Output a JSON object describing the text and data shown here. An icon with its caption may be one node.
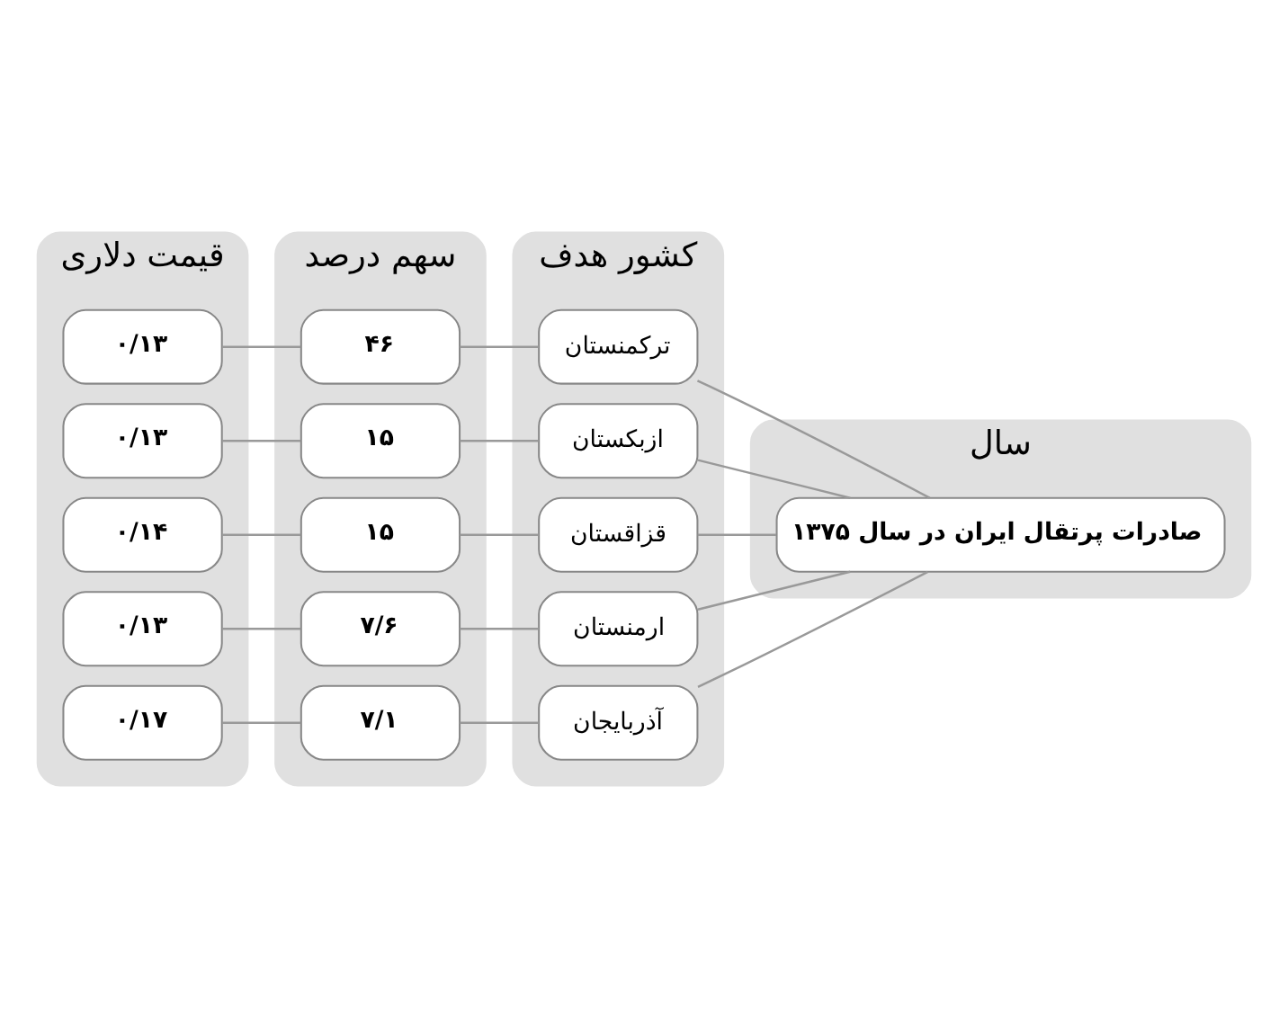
{
  "diagram": {
    "nodes": [
      {
        "text": [
          "سال"
        ]
      },
      {
        "text": [
          "صادرات پرتقال ایران در سال ۱۳۷۵"
        ],
        "in": 0
      },
      {
        "text": [
          "کشور هدف"
        ]
      },
      {
        "text": [
          "ترکمنستان"
        ],
        "in": 2
      },
      {
        "text": [
          "ازبکستان"
        ],
        "in": 2
      },
      {
        "text": [
          "قزاقستان"
        ],
        "in": 2
      },
      {
        "text": [
          "ارمنستان"
        ],
        "in": 2
      },
      {
        "text": [
          "آذربایجان"
        ],
        "in": 2
      },
      {
        "text": [
          "سهم درصد"
        ]
      },
      {
        "text": [
          "۴۶"
        ],
        "in": 8
      },
      {
        "text": [
          "۱۵"
        ],
        "in": 8
      },
      {
        "text": [
          "۱۵"
        ],
        "in": 8
      },
      {
        "text": [
          "۷/۶"
        ],
        "in": 8
      },
      {
        "text": [
          "۷/۱"
        ],
        "in": 8
      },
      {
        "text": [
          "قیمت دلاری"
        ]
      },
      {
        "text": [
          "۰/۱۳"
        ],
        "in": 14
      },
      {
        "text": [
          "۰/۱۳"
        ],
        "in": 14
      },
      {
        "text": [
          "۰/۱۴"
        ],
        "in": 14
      },
      {
        "text": [
          "۰/۱۳"
        ],
        "in": 14
      },
      {
        "text": [
          "۰/۱۷"
        ],
        "in": 14
      }
    ],
    "edges": [
      {
        "from": 1,
        "to": 3,
        "arrow": "none"
      },
      {
        "from": 1,
        "to": 4,
        "arrow": "none"
      },
      {
        "from": 1,
        "to": 5,
        "arrow": "none"
      },
      {
        "from": 1,
        "to": 6,
        "arrow": "none"
      },
      {
        "from": 1,
        "to": 7,
        "arrow": "none"
      },
      {
        "from": 3,
        "to": 9,
        "arrow": "none"
      },
      {
        "from": 4,
        "to": 10,
        "arrow": "none"
      },
      {
        "from": 5,
        "to": 11,
        "arrow": "none"
      },
      {
        "from": 6,
        "to": 12,
        "arrow": "none"
      },
      {
        "from": 7,
        "to": 13,
        "arrow": "none"
      },
      {
        "from": 9,
        "to": 15,
        "arrow": "none"
      },
      {
        "from": 10,
        "to": 16,
        "arrow": "none"
      },
      {
        "from": 11,
        "to": 17,
        "arrow": "none"
      },
      {
        "from": 12,
        "to": 18,
        "arrow": "none"
      },
      {
        "from": 13,
        "to": 19,
        "arrow": "none"
      }
    ]
  }
}
